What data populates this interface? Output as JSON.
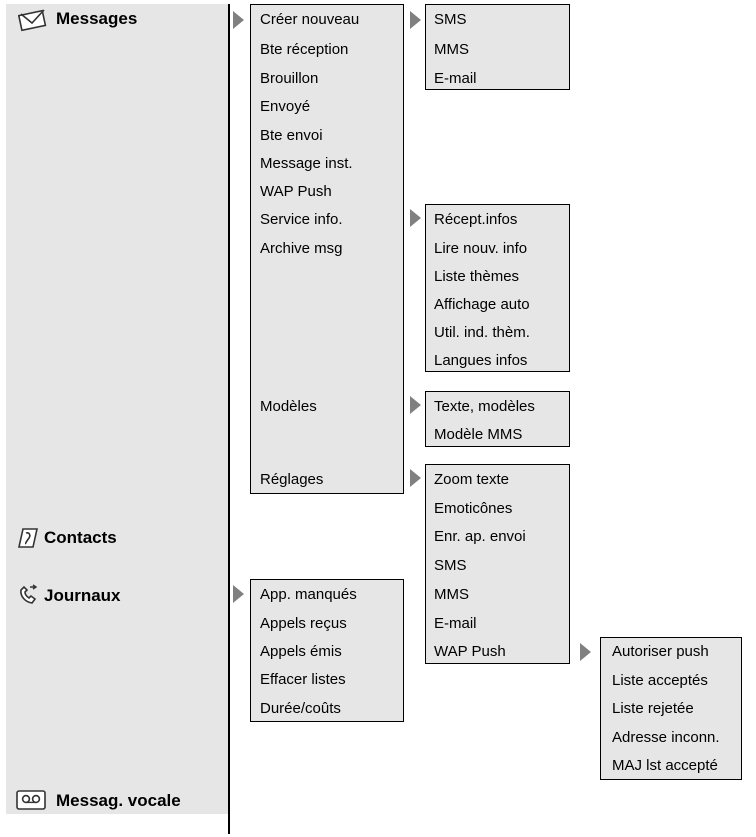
{
  "main_menu": [
    {
      "label": "Messages",
      "icon": "envelope-icon"
    },
    {
      "label": "Contacts",
      "icon": "address-book-icon"
    },
    {
      "label": "Journaux",
      "icon": "phone-log-icon"
    },
    {
      "label": "Messag. vocale",
      "icon": "voicemail-cassette-icon"
    }
  ],
  "messages_submenu": [
    "Créer nouveau",
    "Bte réception",
    "Brouillon",
    "Envoyé",
    "Bte envoi",
    "Message inst.",
    "WAP Push",
    "Service info.",
    "Archive msg",
    "Modèles",
    "Réglages"
  ],
  "creer_nouveau_submenu": [
    "SMS",
    "MMS",
    "E-mail"
  ],
  "service_info_submenu": [
    "Récept.infos",
    "Lire nouv. info",
    "Liste thèmes",
    "Affichage auto",
    "Util. ind. thèm.",
    "Langues infos"
  ],
  "modeles_submenu": [
    "Texte, modèles",
    "Modèle MMS"
  ],
  "reglages_submenu": [
    "Zoom texte",
    "Emoticônes",
    "Enr. ap. envoi",
    "SMS",
    "MMS",
    "E-mail",
    "WAP Push"
  ],
  "journaux_submenu": [
    "App. manqués",
    "Appels reçus",
    "Appels émis",
    "Effacer listes",
    "Durée/coûts"
  ],
  "wap_push_submenu": [
    "Autoriser push",
    "Liste acceptés",
    "Liste rejetée",
    "Adresse inconn.",
    "MAJ lst accepté"
  ]
}
